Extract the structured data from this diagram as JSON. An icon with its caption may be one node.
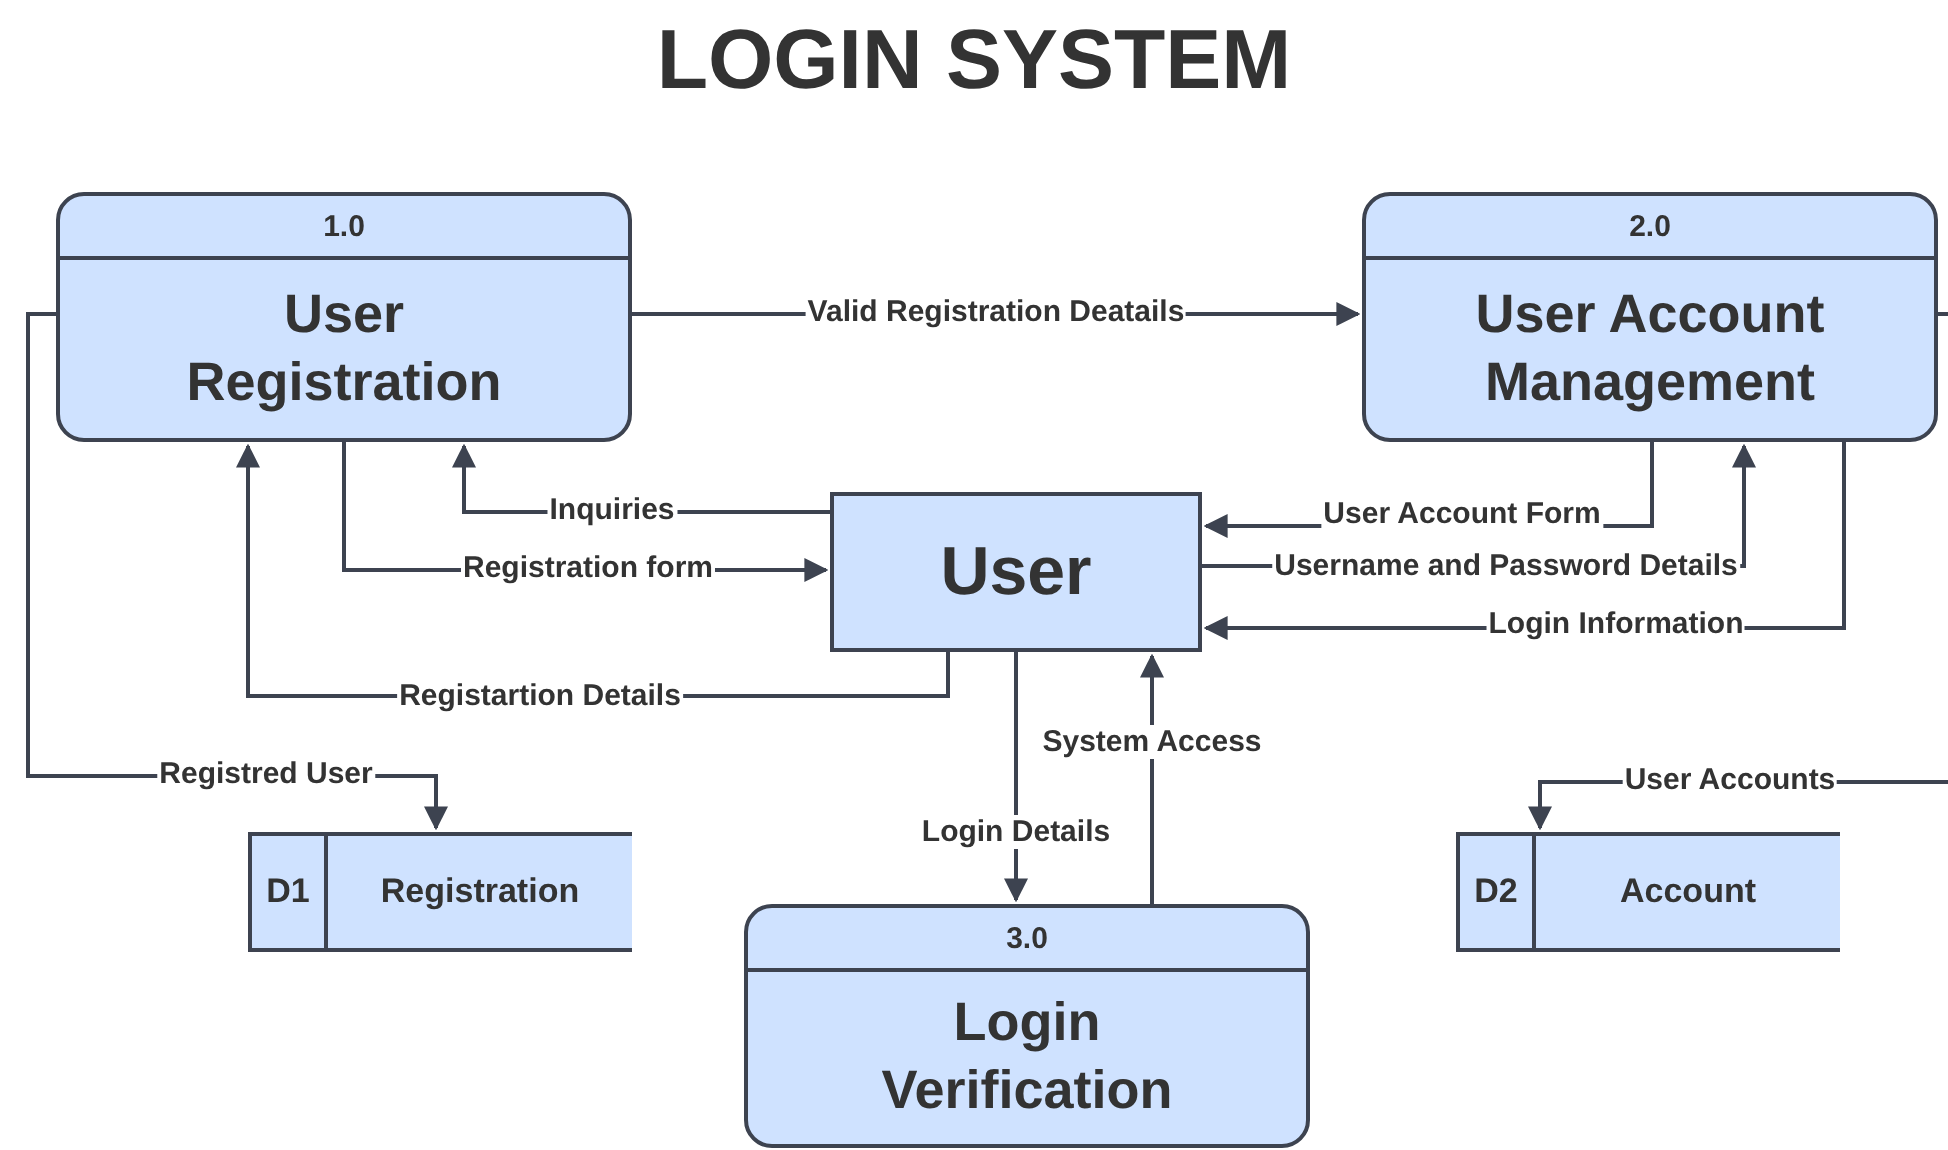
{
  "diagram": {
    "title": "LOGIN SYSTEM",
    "nodes": [
      {
        "text": [
          "1.0",
          "User Registration"
        ]
      },
      {
        "text": [
          "2.0",
          "User Account Management"
        ]
      },
      {
        "text": [
          "User"
        ]
      },
      {
        "text": [
          "D1",
          "Registration"
        ]
      },
      {
        "text": [
          "3.0",
          "Login Verification"
        ]
      },
      {
        "text": [
          "D2",
          "Account"
        ]
      }
    ],
    "edges": [
      {
        "from": 0,
        "to": 1,
        "arrow": "to",
        "label": "Valid Registration Deatails"
      },
      {
        "from": 2,
        "to": 0,
        "arrow": "to",
        "label": "Inquiries"
      },
      {
        "from": 0,
        "to": 2,
        "arrow": "to",
        "label": "Registration form"
      },
      {
        "from": 2,
        "to": 0,
        "arrow": "to",
        "label": "Registartion Details"
      },
      {
        "from": 0,
        "to": 3,
        "arrow": "to",
        "label": "Registred User"
      },
      {
        "from": 1,
        "to": 2,
        "arrow": "to",
        "label": "User Account Form"
      },
      {
        "from": 2,
        "to": 1,
        "arrow": "to",
        "label": "Username and Password Details"
      },
      {
        "from": 1,
        "to": 2,
        "arrow": "to",
        "label": "Login Information"
      },
      {
        "from": 2,
        "to": 4,
        "arrow": "to",
        "label": "Login Details"
      },
      {
        "from": 4,
        "to": 2,
        "arrow": "to",
        "label": "System Access"
      },
      {
        "from": 1,
        "to": 5,
        "arrow": "to",
        "label": "User Accounts"
      }
    ]
  }
}
